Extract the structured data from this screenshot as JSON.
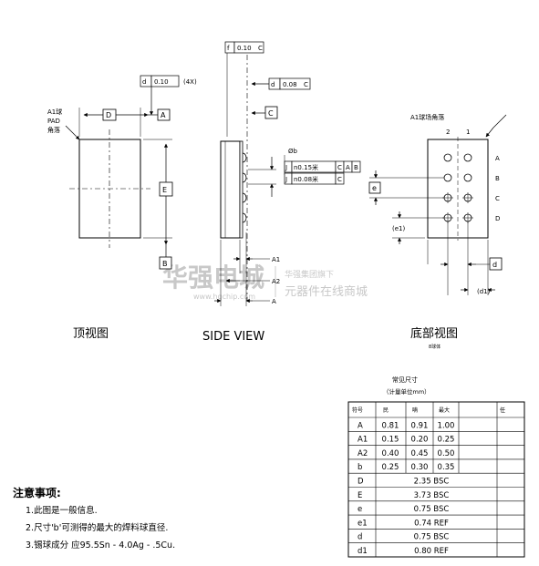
{
  "views": {
    "top": {
      "title": "顶视图",
      "corner_label": "A1球\nPAD\n角落",
      "dim_d": "D",
      "dim_e": "E",
      "datum_a": "A",
      "datum_b": "B"
    },
    "side": {
      "title": "SIDE VIEW",
      "fcf_flat": "f",
      "fcf_flat_val": "0.10",
      "fcf_flat_ref": "C",
      "fcf_par": "d",
      "fcf_par_val": "0.10",
      "fcf_par_mult": "(4X)",
      "fcf_prof": "d",
      "fcf_prof_val": "0.08",
      "fcf_prof_ref": "C",
      "datum_c": "C",
      "ball_dia": "Øb",
      "fcf1_sym": "J",
      "fcf1_val": "n0.15米",
      "fcf1_ref1": "C",
      "fcf1_ref2": "A",
      "fcf1_ref3": "B",
      "fcf2_sym": "J",
      "fcf2_val": "n0.08米",
      "fcf2_ref1": "C",
      "label_a1": "A1",
      "label_a2": "A2",
      "label_a": "A"
    },
    "bottom": {
      "title": "底部视图",
      "subtitle": "8球体",
      "corner_label": "A1球场角落",
      "col_labels": [
        "2",
        "1"
      ],
      "row_labels": [
        "A",
        "B",
        "C",
        "D"
      ],
      "dim_e": "e",
      "dim_e1": "(e1)",
      "dim_d": "d",
      "dim_d1": "(d1)"
    }
  },
  "watermark": {
    "main": "华强电城",
    "url": "www.hqchip.com",
    "tag1": "华强集团旗下",
    "tag2": "元器件在线商城"
  },
  "table": {
    "title": "常见尺寸",
    "subtitle": "（计量单位mm）",
    "headers": [
      "符号",
      "民",
      "喃",
      "最大",
      "任"
    ],
    "rows": [
      {
        "sym": "A",
        "min": "0.81",
        "nom": "0.91",
        "max": "1.00"
      },
      {
        "sym": "A1",
        "min": "0.15",
        "nom": "0.20",
        "max": "0.25"
      },
      {
        "sym": "A2",
        "min": "0.40",
        "nom": "0.45",
        "max": "0.50"
      },
      {
        "sym": "b",
        "min": "0.25",
        "nom": "0.30",
        "max": "0.35"
      },
      {
        "sym": "D",
        "span": "2.35 BSC"
      },
      {
        "sym": "E",
        "span": "3.73 BSC"
      },
      {
        "sym": "e",
        "span": "0.75 BSC"
      },
      {
        "sym": "e1",
        "span": "0.74 REF"
      },
      {
        "sym": "d",
        "span": "0.75 BSC"
      },
      {
        "sym": "d1",
        "span": "0.80 REF"
      }
    ]
  },
  "notes": {
    "heading": "注意事项:",
    "items": [
      "1.此图是一般信息.",
      "2.尺寸'b'可测得的最大的焊料球直径.",
      "3.锡球成分 应95.5Sn - 4.0Ag - .5Cu."
    ]
  }
}
